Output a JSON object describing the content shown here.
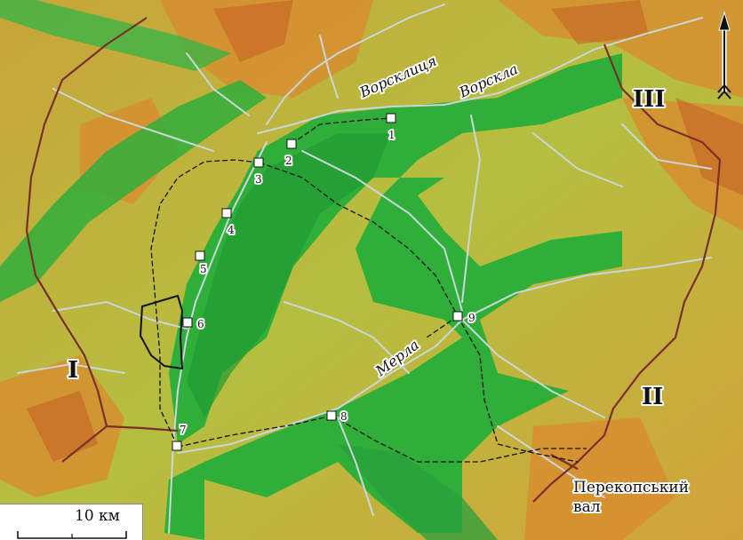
{
  "regions": [
    "I",
    "II",
    "III"
  ],
  "rivers": [
    "Ворсклиця",
    "Ворскла",
    "Мерла"
  ],
  "sites": [
    "1",
    "2",
    "3",
    "4",
    "5",
    "6",
    "7",
    "8",
    "9"
  ],
  "place_label": [
    "Перекопський",
    "вал"
  ],
  "scale_label": "10 км",
  "colors": {
    "lowland": "#2fae3a",
    "plain": "#8cbf3e",
    "upland": "#d9b13a",
    "high": "#d97a2a",
    "river": "#c9d6da",
    "boundary": "#7a2f2a",
    "route": "#111111"
  }
}
